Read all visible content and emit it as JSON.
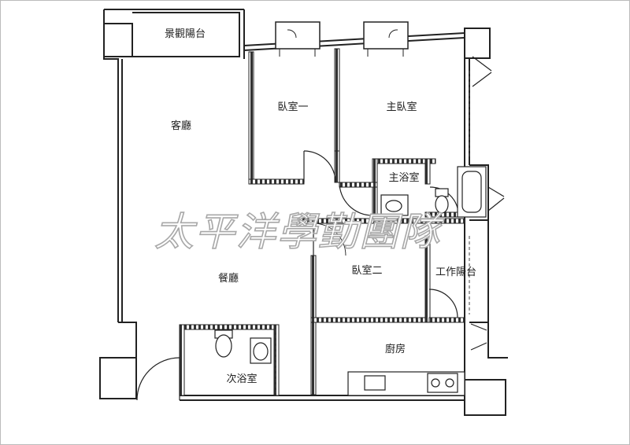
{
  "rooms": {
    "balcony_view": "景觀陽台",
    "living_room": "客廳",
    "bedroom_one": "臥室一",
    "master_bedroom": "主臥室",
    "master_bath": "主浴室",
    "dining_room": "餐廳",
    "bedroom_two": "臥室二",
    "work_balcony": "工作陽台",
    "kitchen": "廚房",
    "second_bath": "次浴室"
  },
  "watermark": "太平洋學勤團隊"
}
